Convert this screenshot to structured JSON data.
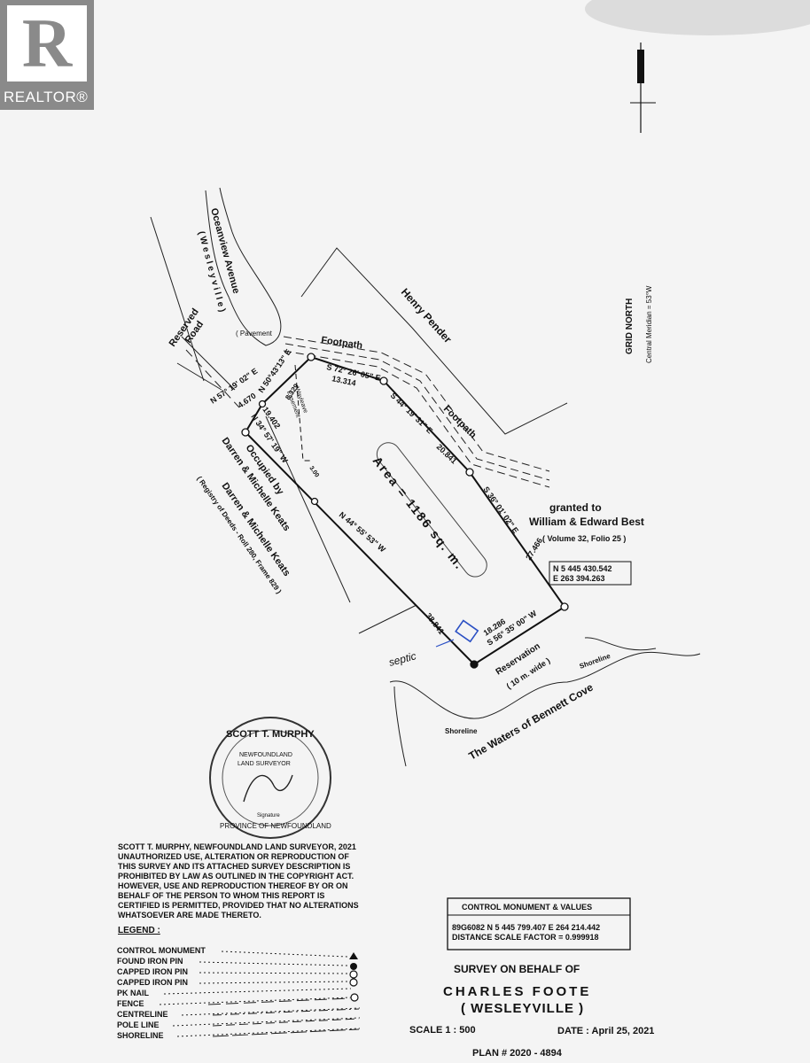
{
  "watermark": {
    "logo_letter": "R",
    "brand": "REALTOR",
    "reg": "®"
  },
  "grid_north": {
    "title": "GRID NORTH",
    "meridian": "Central Meridian = 53°W"
  },
  "labels": {
    "oceanview": "Oceanview Avenue",
    "wesleyville_street": "( W e s l e y v i l l e )",
    "pavement": "( Pavement",
    "reserved": "Reserved",
    "road": "Road",
    "footpath_1": "Footpath",
    "footpath_2": "Footpath",
    "henry_pender": "Henry Pender",
    "occupied_by": "Occupied by",
    "darren_1": "Darren & Michelle Keats",
    "darren_2": "Darren & Michelle Keats",
    "registry": "( Registry of Deeds - Roll 280, Frame 829 )",
    "area": "Area = 1186 sq. m.",
    "granted_to": "granted to",
    "best": "William & Edward Best",
    "volume": "( Volume 32, Folio 25 )",
    "coord_n": "N 5 445 430.542",
    "coord_e": "E  263 394.263",
    "reservation": "Reservation",
    "ten_m": "( 10 m. wide )",
    "shoreline_1": "Shoreline",
    "shoreline_2": "Shoreline",
    "waters": "The Waters of Bennett Cove",
    "septic": "septic",
    "wayleave": "Wayleave",
    "easement": "Easement"
  },
  "bearings": {
    "b1": "N 57° 19' 02\" E",
    "d1": "4.670",
    "b2": "N 50°43'13\" E",
    "d2": "8.329",
    "b3": "S 72° 26' 05\" E",
    "d3": "13.314",
    "b4": "S 44° 19' 31\" E",
    "d4": "20.841",
    "b5": "S 36° 01' 02\" E",
    "d5": "27.466",
    "b6": "S 56° 35' 00\" W",
    "d6": "18.286",
    "b7": "N 44° 55' 53\" W",
    "d7": "38.841",
    "b8": "N 34° 57' 19\" W",
    "d8": "19.402",
    "d9": "3.00"
  },
  "seal": {
    "name": "SCOTT T. MURPHY",
    "line1": "NEWFOUNDLAND",
    "line2": "LAND SURVEYOR",
    "sig": "Signature",
    "bottom": "PROVINCE OF NEWFOUNDLAND"
  },
  "copyright": [
    "SCOTT T. MURPHY, NEWFOUNDLAND LAND SURVEYOR, 2021",
    "UNAUTHORIZED USE, ALTERATION OR REPRODUCTION OF",
    "THIS SURVEY AND ITS ATTACHED SURVEY DESCRIPTION IS",
    "PROHIBITED BY LAW AS OUTLINED IN THE COPYRIGHT ACT.",
    "HOWEVER, USE AND REPRODUCTION THEREOF BY OR ON",
    "BEHALF OF THE PERSON TO WHOM THIS REPORT IS",
    "CERTIFIED IS PERMITTED, PROVIDED THAT NO ALTERATIONS",
    "WHATSOEVER ARE MADE THERETO."
  ],
  "legend": {
    "title": "LEGEND  :",
    "items": [
      "CONTROL MONUMENT",
      "FOUND IRON PIN",
      "CAPPED IRON PIN",
      "CAPPED IRON PIN",
      "PK NAIL",
      "FENCE",
      "CENTRELINE",
      "POLE LINE",
      "SHORELINE"
    ]
  },
  "control_box": {
    "title": "CONTROL MONUMENT & VALUES",
    "line1": "89G6082  N 5 445 799.407  E 264 214.442",
    "line2": "DISTANCE SCALE FACTOR = 0.999918"
  },
  "title_block": {
    "survey": "SURVEY ON BEHALF OF",
    "client": "CHARLES FOOTE",
    "place": "( WESLEYVILLE )",
    "scale": "SCALE    1   :   500",
    "date": "DATE :  April 25, 2021",
    "plan": "PLAN  #   2020 - 4894"
  }
}
